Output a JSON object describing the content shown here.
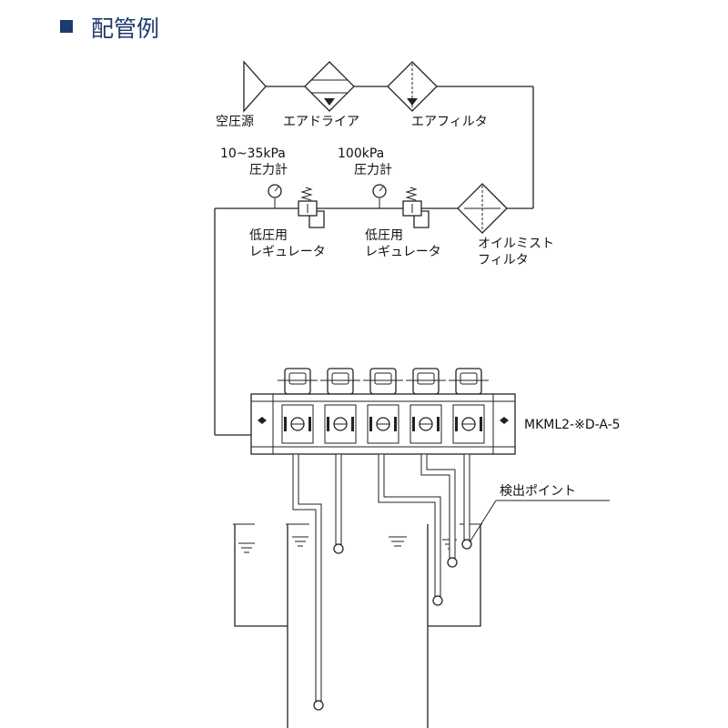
{
  "header": {
    "title": "配管例"
  },
  "labels": {
    "air_source": "空圧源",
    "air_dryer": "エアドライア",
    "air_filter": "エアフィルタ",
    "gauge1_range": "10~35kPa",
    "gauge1_name": "圧力計",
    "gauge2_range": "100kPa",
    "gauge2_name": "圧力計",
    "reg1_line1": "低圧用",
    "reg1_line2": "レギュレータ",
    "reg2_line1": "低圧用",
    "reg2_line2": "レギュレータ",
    "mist_line1": "オイルミスト",
    "mist_line2": "フィルタ",
    "manifold_model": "MKML2-※D-A-5",
    "detection_point": "検出ポイント"
  },
  "colors": {
    "title": "#1d3a6e",
    "line": "#222222",
    "bullet": "#1d3a6e"
  }
}
